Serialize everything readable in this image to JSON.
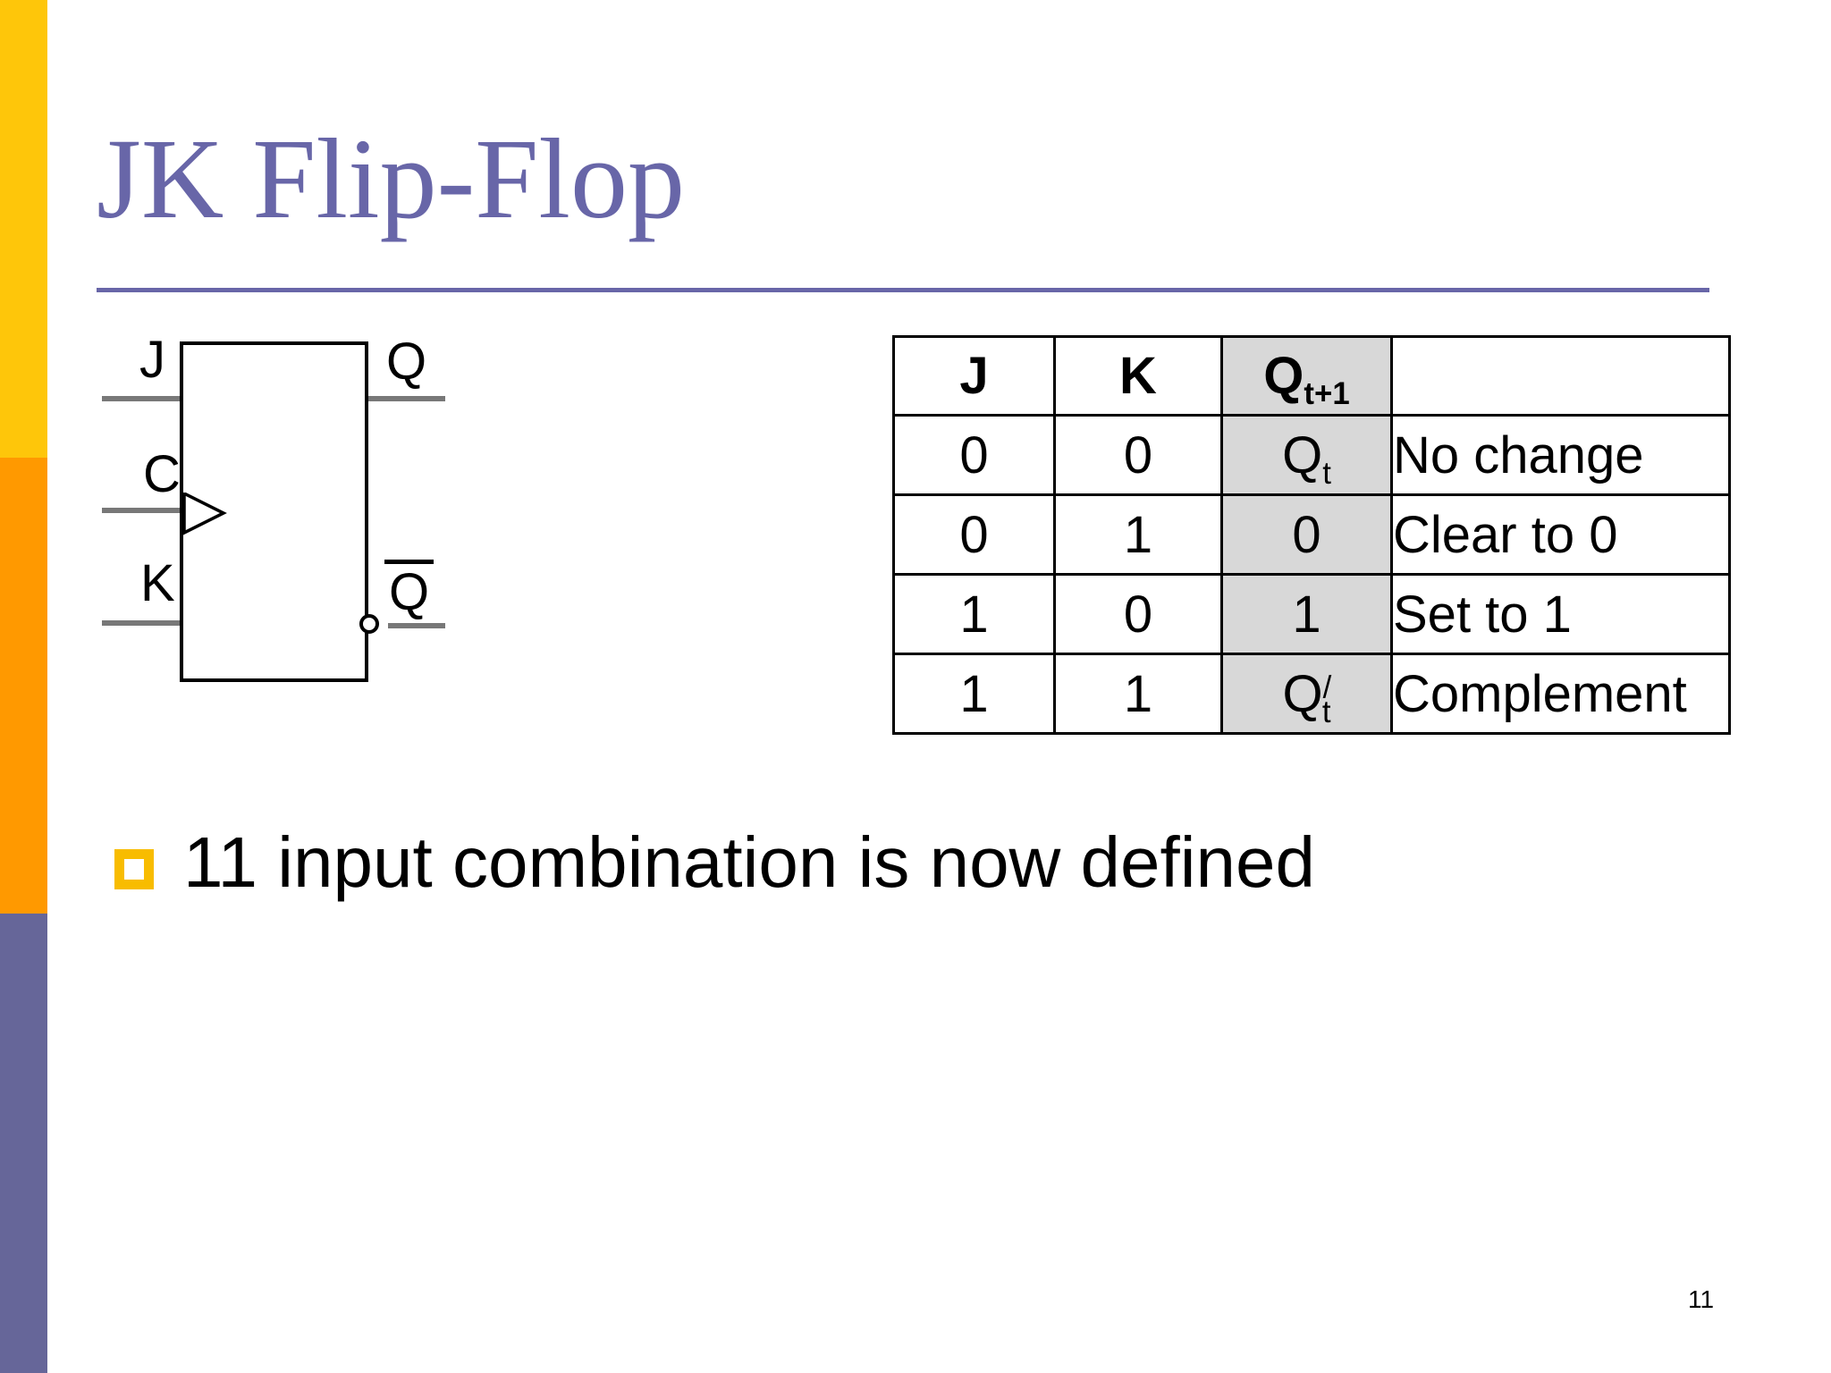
{
  "slide": {
    "title": "JK Flip-Flop",
    "bullet_text": "11 input combination is now defined",
    "page_number": "11"
  },
  "colors": {
    "accent_yellow": "#FEC60A",
    "accent_orange": "#FF9900",
    "accent_purple": "#666699",
    "title_purple": "#6866A8",
    "bullet_yellow": "#F8BC00",
    "table_highlight_gray": "#D8D8D8",
    "wire_gray": "#787878",
    "text_black": "#000000"
  },
  "diagram": {
    "input_labels": {
      "j": "J",
      "c": "C",
      "k": "K"
    },
    "output_labels": {
      "q": "Q",
      "qbar": "Q"
    }
  },
  "table": {
    "header": {
      "col_j": "J",
      "col_k": "K",
      "col_q_base": "Q",
      "col_q_sub": "t+1",
      "col_desc": ""
    },
    "rows": [
      {
        "j": "0",
        "k": "0",
        "q_base": "Q",
        "q_sup": "",
        "q_sub": "t",
        "desc": "No change"
      },
      {
        "j": "0",
        "k": "1",
        "q_base": "0",
        "q_sup": "",
        "q_sub": "",
        "desc": "Clear to 0"
      },
      {
        "j": "1",
        "k": "0",
        "q_base": "1",
        "q_sup": "",
        "q_sub": "",
        "desc": "Set to 1"
      },
      {
        "j": "1",
        "k": "1",
        "q_base": "Q",
        "q_sup": "/",
        "q_sub": "t",
        "desc": "Complement"
      }
    ]
  }
}
